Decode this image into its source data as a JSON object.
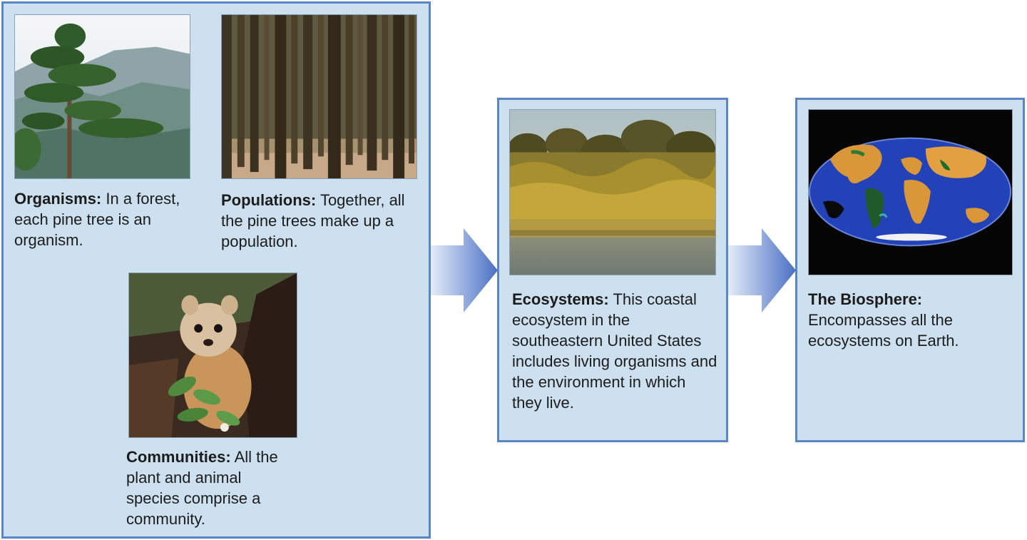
{
  "levels": {
    "organisms": {
      "term": "Organisms:",
      "description": "In a forest, each pine tree is an organism.",
      "image_icon": "pine-tree-photo"
    },
    "populations": {
      "term": "Populations:",
      "description": "Together, all the pine trees make up a population.",
      "image_icon": "pine-forest-photo"
    },
    "communities": {
      "term": "Communities:",
      "description": "All the plant and animal species comprise a community.",
      "image_icon": "pine-marten-photo"
    },
    "ecosystems": {
      "term": "Ecosystems:",
      "description": "This coastal ecosystem in the southeastern United States includes living organisms and the environment in which they live.",
      "image_icon": "coastal-ecosystem-photo"
    },
    "biosphere": {
      "term": "The Biosphere:",
      "description": "Encompasses all the ecosystems on Earth.",
      "image_icon": "world-map-photo"
    }
  },
  "colors": {
    "panel_fill": "#cde0ef",
    "panel_border": "#5a86c8",
    "arrow_light": "#e4ecf8",
    "arrow_dark": "#4a6fc4"
  }
}
